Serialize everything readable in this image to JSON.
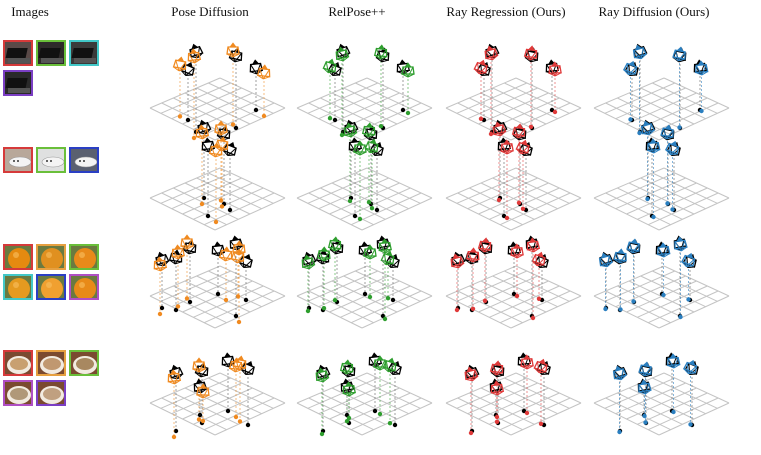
{
  "headers": {
    "images": "Images",
    "pose_diffusion": "Pose Diffusion",
    "relpose": "RelPose++",
    "ray_regression": "Ray Regression (Ours)",
    "ray_diffusion": "Ray Diffusion (Ours)"
  },
  "methods": [
    {
      "key": "pose_diffusion",
      "color": "#f08a20"
    },
    {
      "key": "relpose",
      "color": "#2e9e2e"
    },
    {
      "key": "ray_regression",
      "color": "#e03a3a"
    },
    {
      "key": "ray_diffusion",
      "color": "#2a7fc0"
    }
  ],
  "ground_truth_color": "#000000",
  "rows": [
    {
      "subject": "laptop",
      "thumb_border_colors": [
        "#d63a3a",
        "#6abf3a",
        "#42c8c8",
        "#7b3fc4"
      ]
    },
    {
      "subject": "airplane",
      "thumb_border_colors": [
        "#d63a3a",
        "#6abf3a",
        "#2a3fc4"
      ]
    },
    {
      "subject": "orange",
      "thumb_border_colors": [
        "#d63a3a",
        "#e6a040",
        "#6abf3a",
        "#42c8c8",
        "#2a3fc4",
        "#b04fc4"
      ]
    },
    {
      "subject": "bowl",
      "thumb_border_colors": [
        "#d63a3a",
        "#e6a040",
        "#6abf3a",
        "#b04fc4",
        "#7b3fc4"
      ]
    }
  ]
}
